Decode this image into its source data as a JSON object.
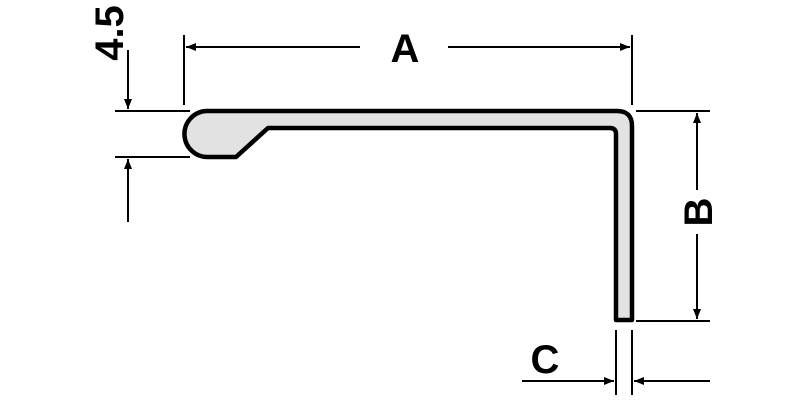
{
  "labels": {
    "a": "A",
    "b": "B",
    "c": "C",
    "thickness": "4.5"
  },
  "colors": {
    "profile_fill": "#e2e2e2",
    "stroke": "#000000",
    "background": "#ffffff"
  }
}
